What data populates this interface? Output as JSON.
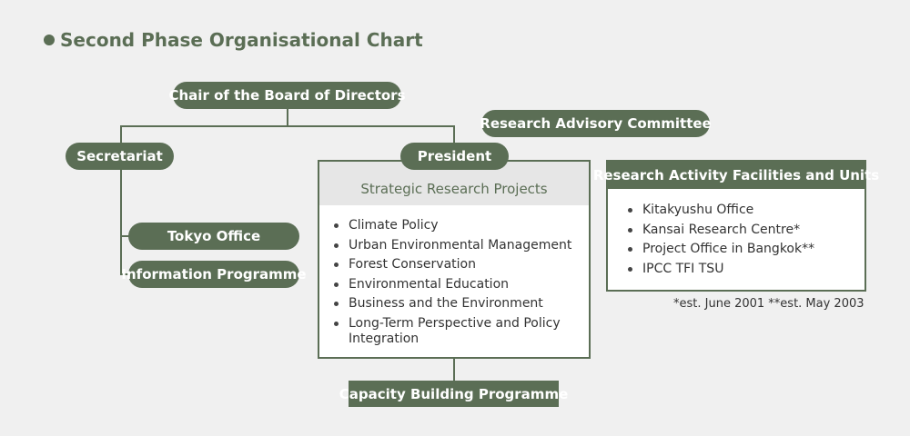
{
  "title": "Second Phase Organisational Chart",
  "nodes": {
    "chair": "Chair of the Board of Directors",
    "advisory": "Research Advisory Committee",
    "secretariat": "Secretariat",
    "president": "President",
    "tokyo": "Tokyo Office",
    "information": "Information Programme",
    "capacity": "Capacity Building Programme"
  },
  "strategic": {
    "heading": "Strategic Research Projects",
    "items": [
      "Climate Policy",
      "Urban Environmental Management",
      "Forest Conservation",
      "Environmental Education",
      "Business and the Environment",
      "Long-Term Perspective and Policy Integration"
    ]
  },
  "facilities": {
    "heading": "Research Activity Facilities and Units",
    "items": [
      "Kitakyushu Office",
      "Kansai Research Centre*",
      "Project Office in Bangkok**",
      "IPCC TFI TSU"
    ]
  },
  "footnote": "*est. June 2001  **est. May 2003",
  "colors": {
    "primary": "#5b6e55",
    "background": "#f0f0f0",
    "strategic_header": "#e6e6e6"
  }
}
